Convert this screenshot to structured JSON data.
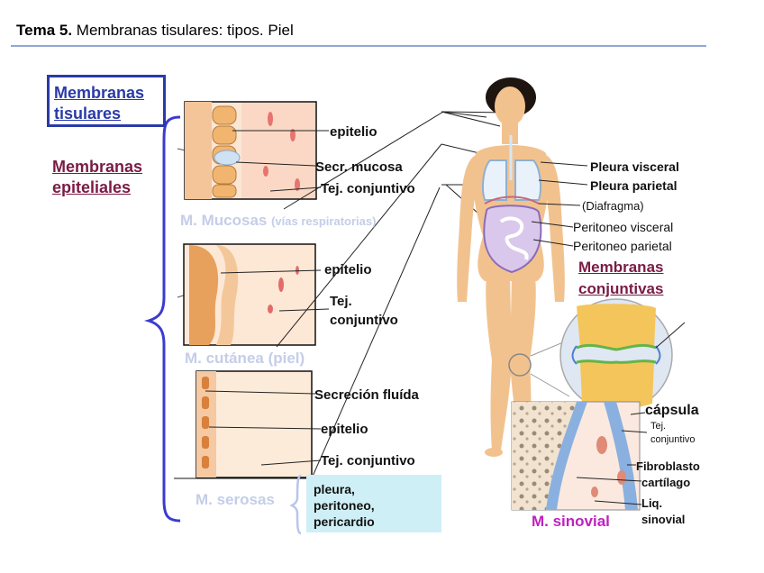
{
  "header": {
    "title_bold": "Tema 5.",
    "title_rest": " Membranas  tisulares: tipos. Piel"
  },
  "left": {
    "box_title_line1": "Membranas",
    "box_title_line2": "tisulares",
    "epithelial_line1": "Membranas",
    "epithelial_line2": "epiteliales"
  },
  "panels": {
    "mucosa": {
      "caption": "M. Mucosas",
      "caption_note": "(vías respiratorias)",
      "labels": [
        "epitelio",
        "Secr. mucosa",
        "Tej. conjuntivo"
      ]
    },
    "cutanea": {
      "caption": "M. cutánea (piel)",
      "label_epitelio": "epitelio",
      "label_tej_1": "Tej.",
      "label_tej_2": "conjuntivo"
    },
    "serosa": {
      "caption": "M. serosas",
      "labels": [
        "Secreción fluída",
        "epitelio",
        "Tej. conjuntivo"
      ],
      "box_items": [
        "pleura,",
        "peritoneo,",
        "pericardio"
      ]
    }
  },
  "body_labels": {
    "pleura_visceral": "Pleura visceral",
    "pleura_parietal": "Pleura parietal",
    "diafragma": "(Diafragma)",
    "peritoneo_visceral": "Peritoneo visceral",
    "peritoneo_parietal": "Peritoneo parietal"
  },
  "conjuntivas": {
    "line1": "Membranas",
    "line2": "conjuntivas"
  },
  "synovial": {
    "capsula": "cápsula",
    "tej_1": "Tej.",
    "tej_2": "conjuntivo",
    "fibroblasto": "Fibroblasto",
    "cartilago": "cartílago",
    "liq_1": "Liq.",
    "liq_2": "sinovial",
    "caption": "M.  sinovial"
  },
  "colors": {
    "blue_label": "#2a3aa8",
    "maroon_label": "#7a1b45",
    "faded_caption": "#c5cde8",
    "magenta_caption": "#c020c0",
    "pleura_box_bg": "#cfeff6",
    "skin": "#f2c28e",
    "title_rule": "#8fa8d8"
  }
}
